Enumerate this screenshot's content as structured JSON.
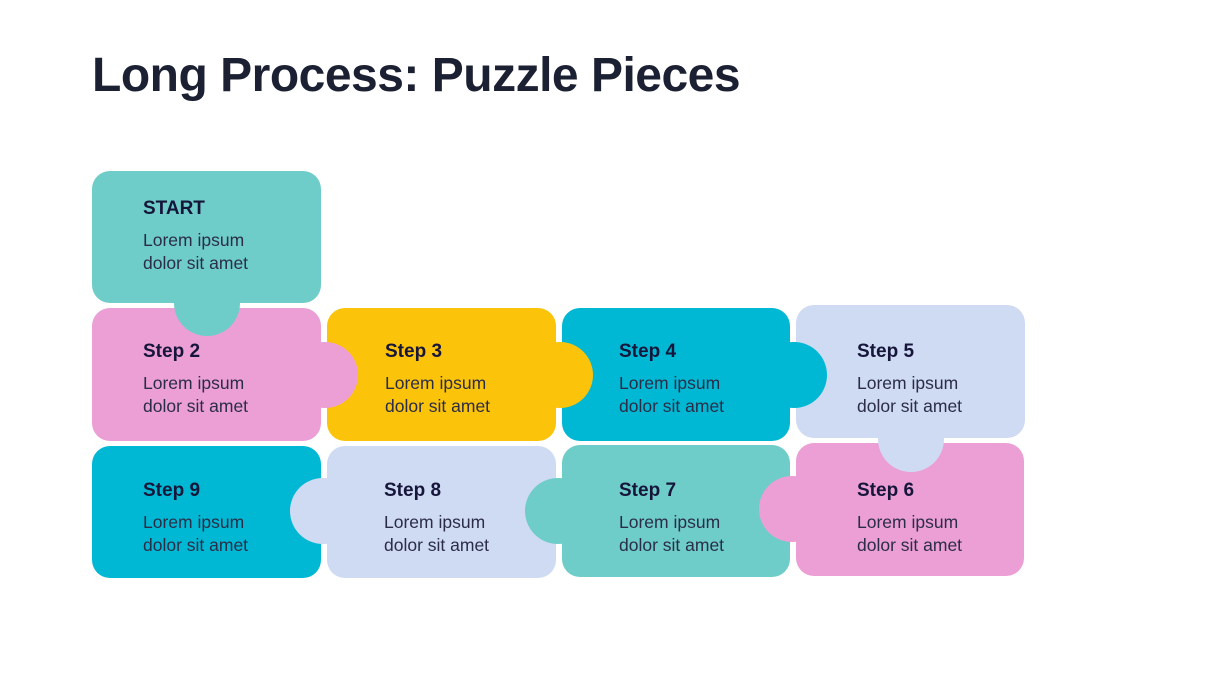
{
  "title": "Long Process: Puzzle Pieces",
  "colors": {
    "teal": "#6ecdc8",
    "pink": "#eb9fd5",
    "yellow": "#fcc30b",
    "cyan": "#00b8d4",
    "lavender": "#cfdaf3",
    "text_dark": "#16153a"
  },
  "pieces": [
    {
      "heading": "START",
      "line1": "Lorem ipsum",
      "line2": "dolor sit amet",
      "color": "teal"
    },
    {
      "heading": "Step 2",
      "line1": "Lorem ipsum",
      "line2": "dolor sit amet",
      "color": "pink"
    },
    {
      "heading": "Step 3",
      "line1": "Lorem ipsum",
      "line2": "dolor sit amet",
      "color": "yellow"
    },
    {
      "heading": "Step 4",
      "line1": "Lorem ipsum",
      "line2": "dolor sit amet",
      "color": "cyan"
    },
    {
      "heading": "Step 5",
      "line1": "Lorem ipsum",
      "line2": "dolor sit amet",
      "color": "lavender"
    },
    {
      "heading": "Step 6",
      "line1": "Lorem ipsum",
      "line2": "dolor sit amet",
      "color": "pink"
    },
    {
      "heading": "Step 7",
      "line1": "Lorem ipsum",
      "line2": "dolor sit amet",
      "color": "teal"
    },
    {
      "heading": "Step 8",
      "line1": "Lorem ipsum",
      "line2": "dolor sit amet",
      "color": "lavender"
    },
    {
      "heading": "Step 9",
      "line1": "Lorem ipsum",
      "line2": "dolor sit amet",
      "color": "cyan"
    }
  ]
}
